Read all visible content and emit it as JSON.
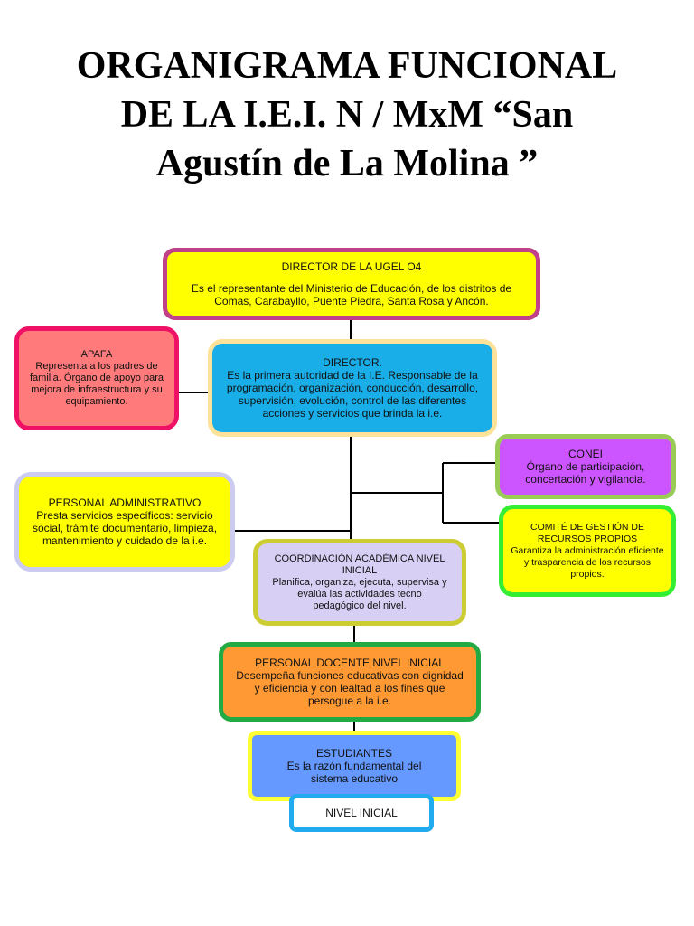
{
  "title": {
    "line1": "ORGANIGRAMA FUNCIONAL",
    "line2": "DE LA I.E.I. N / MxM “San",
    "line3": "Agustín de La Molina ”"
  },
  "colors": {
    "ugel_fill": "#ffff00",
    "ugel_border": "#c0408a",
    "apafa_fill": "#ff7b7b",
    "apafa_border": "#ee1166",
    "director_fill": "#19aee8",
    "director_border": "#ffe29a",
    "conei_fill": "#cc55ff",
    "conei_border": "#99cc55",
    "comite_fill": "#ffff00",
    "comite_border": "#33ee33",
    "admin_fill": "#ffff00",
    "admin_border": "#ccccf0",
    "coord_fill": "#d8d0f4",
    "coord_border": "#cccc33",
    "docente_fill": "#ff9933",
    "docente_border": "#22aa44",
    "estudiantes_fill": "#6699ff",
    "estudiantes_border": "#ffff33",
    "nivel_fill": "#ffffff",
    "nivel_border": "#22aaee"
  },
  "nodes": {
    "ugel": {
      "heading": "DIRECTOR DE LA UGEL O4",
      "body": "Es el representante del Ministerio de Educación, de los distritos de Comas, Carabayllo, Puente Piedra, Santa Rosa y Ancón."
    },
    "apafa": {
      "heading": "APAFA",
      "body": "Representa a los padres de familia. Órgano de apoyo para mejora de infraestructura y su equipamiento."
    },
    "director": {
      "heading": "DIRECTOR.",
      "body": "Es la primera autoridad de la I.E. Responsable de la programación, organización, conducción, desarrollo, supervisión, evolución, control de las diferentes acciones y servicios que brinda la i.e."
    },
    "conei": {
      "heading": "CONEI",
      "body": "Órgano de participación, concertación y vigilancia."
    },
    "comite": {
      "heading": "COMITÉ DE GESTIÓN DE RECURSOS PROPIOS",
      "body": "Garantiza la administración eficiente y trasparencia de los recursos propios."
    },
    "admin": {
      "heading": "PERSONAL ADMINISTRATIVO",
      "body": "Presta servicios específicos: servicio social, trámite documentario, limpieza, mantenimiento y cuidado de la i.e."
    },
    "coord": {
      "heading": "COORDINACIÓN ACADÉMICA NIVEL INICIAL",
      "body": "Planifica, organiza, ejecuta, supervisa y evalúa las actividades tecno pedagógico del nivel."
    },
    "docente": {
      "heading": "PERSONAL DOCENTE NIVEL INICIAL",
      "body": "Desempeña funciones educativas con dignidad y eficiencia y con lealtad a los fines que persogue a la i.e."
    },
    "estudiantes": {
      "heading": "ESTUDIANTES",
      "body": "Es la razón fundamental del sistema educativo"
    },
    "nivel": {
      "heading": "NIVEL INICIAL"
    }
  }
}
